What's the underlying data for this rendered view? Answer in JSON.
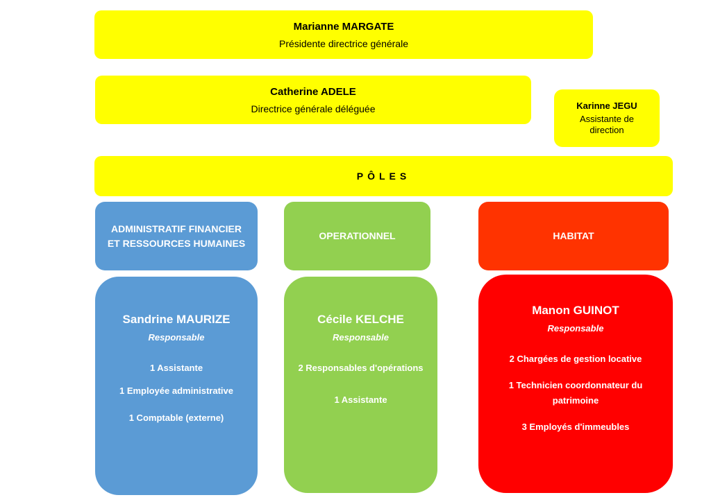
{
  "executive": {
    "pdg": {
      "name": "Marianne MARGATE",
      "role": "Présidente directrice générale"
    },
    "dgd": {
      "name": "Catherine ADELE",
      "role": "Directrice générale déléguée"
    },
    "assistant": {
      "name": "Karinne JEGU",
      "role": "Assistante de direction"
    }
  },
  "poles_label": "PÔLES",
  "poles": [
    {
      "header": "ADMINISTRATIF FINANCIER ET RESSOURCES HUMAINES",
      "name": "Sandrine MAURIZE",
      "responsable": "Responsable",
      "items": [
        "1 Assistante",
        "1 Employée administrative",
        "1 Comptable (externe)"
      ],
      "color": "#5b9bd5"
    },
    {
      "header": "OPERATIONNEL",
      "name": "Cécile KELCHE",
      "responsable": "Responsable",
      "items": [
        "2 Responsables d'opérations",
        "1 Assistante"
      ],
      "color": "#92d050"
    },
    {
      "header": "HABITAT",
      "name": "Manon GUINOT",
      "responsable": "Responsable",
      "items": [
        "2 Chargées de gestion locative",
        "1 Technicien coordonnateur du patrimoine",
        "3 Employés d'immeubles"
      ],
      "header_color": "#ff3300",
      "color": "#ff0000"
    }
  ],
  "colors": {
    "executive": "#ffff00"
  }
}
